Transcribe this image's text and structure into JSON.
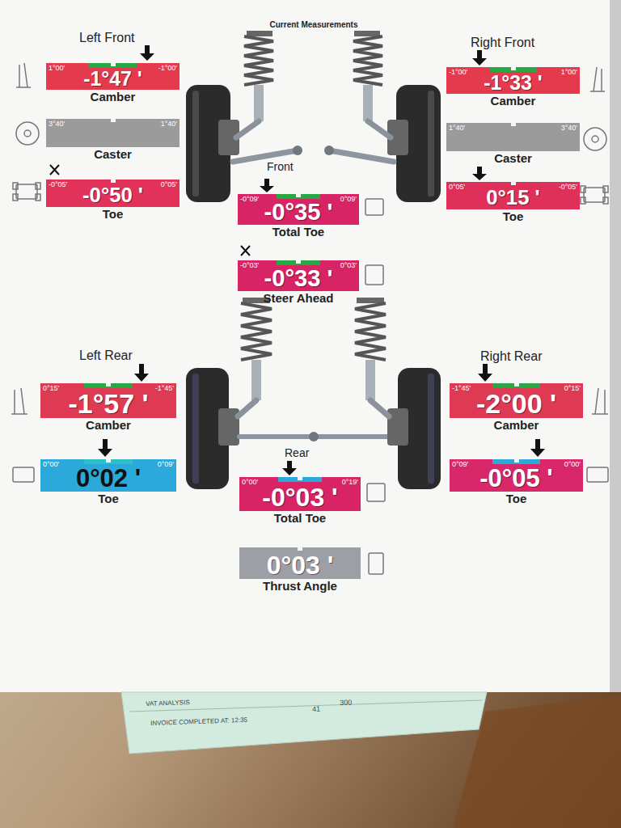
{
  "diagram": {
    "title": "Current Measurements",
    "nodes": [
      {
        "text": [
          "1°00'",
          "-1°47 '",
          "-1°00'",
          "Camber"
        ]
      },
      {
        "text": [
          "-1°00'",
          "-1°33 '",
          "1°00'",
          "Camber"
        ]
      },
      {
        "text": [
          "3°40'",
          "1°40'",
          "Caster"
        ]
      },
      {
        "text": [
          "1°40'",
          "3°40'",
          "Caster"
        ]
      },
      {
        "text": [
          "-0°05'",
          "-0°50 '",
          "0°05'",
          "Toe"
        ]
      },
      {
        "text": [
          "-0°09'",
          "-0°35 '",
          "0°09'",
          "Total Toe"
        ]
      },
      {
        "text": [
          "0°05'",
          "0°15 '",
          "-0°05'",
          "Toe"
        ]
      },
      {
        "text": [
          "-0°03'",
          "-0°33 '",
          "0°03'",
          "Steer Ahead"
        ]
      },
      {
        "text": [
          "0°15'",
          "-1°57 '",
          "-1°45'",
          "Camber"
        ]
      },
      {
        "text": [
          "-1°45'",
          "-2°00 '",
          "0°15'",
          "Camber"
        ]
      },
      {
        "text": [
          "0°00'",
          "0°02 '",
          "0°09'",
          "Toe"
        ]
      },
      {
        "text": [
          "0°00'",
          "-0°03 '",
          "0°19'",
          "Total Toe"
        ]
      },
      {
        "text": [
          "0°09'",
          "-0°05 '",
          "0°00'",
          "Toe"
        ]
      },
      {
        "text": [
          "0°03 '",
          "Thrust Angle"
        ]
      }
    ],
    "labels": [
      "Left Front",
      "Right Front",
      "Front",
      "Left Rear",
      "Right Rear",
      "Rear",
      "VAT ANALYSIS",
      "INVOICE COMPLETED AT: 12:35",
      "41",
      "300"
    ]
  }
}
